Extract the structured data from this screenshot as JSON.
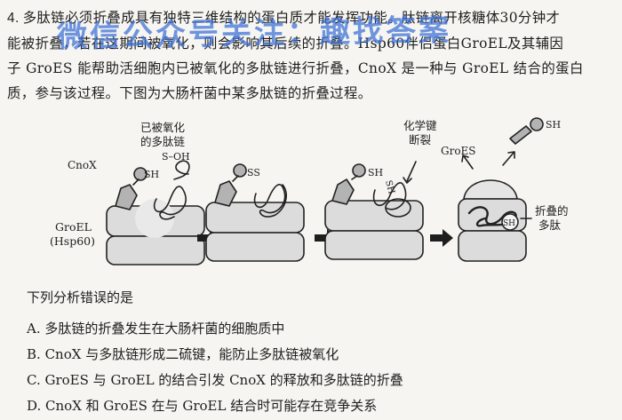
{
  "question": {
    "number": "4.",
    "stem_lines": [
      "多肽链必须折叠成具有独特三维结构的蛋白质才能发挥功能。肽链离开核糖体30分钟才",
      "能被折叠，若在这期间被氧化，则会影响其后续的折叠。Hsp60伴侣蛋白GroEL及其辅因",
      "子 GroES 能帮助活细胞内已被氧化的多肽链进行折叠，CnoX 是一种与 GroEL 结合的蛋白",
      "质，参与该过程。下图为大肠杆菌中某多肽链的折叠过程。"
    ],
    "prompt": "下列分析错误的是",
    "options": [
      {
        "letter": "A.",
        "text": "多肽链的折叠发生在大肠杆菌的细胞质中"
      },
      {
        "letter": "B.",
        "text": "CnoX 与多肽链形成二硫键，能防止多肽链被氧化"
      },
      {
        "letter": "C.",
        "text": "GroES 与 GroEL 的结合引发 CnoX 的释放和多肽链的折叠"
      },
      {
        "letter": "D.",
        "text": "CnoX 和 GroES 在与 GroEL 结合时可能存在竞争关系"
      }
    ]
  },
  "watermark": "微信公众号关注：趣找答案",
  "figure": {
    "labels": {
      "cnox": "CnoX",
      "sh": "SH",
      "s_oh": "S–OH",
      "oxidized_line1": "已被氧化",
      "oxidized_line2": "的多肽链",
      "groel_line1": "GroEL",
      "groel_line2": "(Hsp60)",
      "ss": "SS",
      "bond_line1": "化学键",
      "bond_line2": "断裂",
      "sh_rot": "SH",
      "groes": "GroES",
      "sh_top": "SH",
      "sh_in": "SH",
      "folded_line1": "折叠的",
      "folded_line2": "多肽"
    },
    "colors": {
      "chamber": "#dcdcdc",
      "protein": "#b3b3b3",
      "line": "#222222"
    }
  }
}
